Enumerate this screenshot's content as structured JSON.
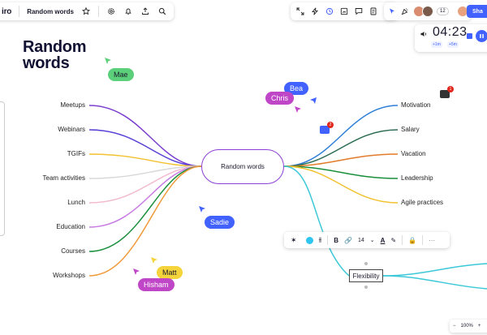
{
  "app": {
    "logo": "iro",
    "board_title": "Random words"
  },
  "timer": {
    "time": "04:23",
    "plus1": "+1m",
    "plus5": "+5m"
  },
  "collaborators": {
    "count": "12"
  },
  "share": {
    "label": "Sha"
  },
  "mindmap": {
    "title": "Random words",
    "center": "Random words",
    "left_branches": [
      "Meetups",
      "Webinars",
      "TGIFs",
      "Team activities",
      "Lunch",
      "Education",
      "Courses",
      "Workshops"
    ],
    "right_branches": [
      "Motivation",
      "Salary",
      "Vacation",
      "Leadership",
      "Agile practices"
    ],
    "extra_node": "Flexibility",
    "colors": {
      "left": [
        "#7b3fcf",
        "#5a3fd6",
        "#f2c230",
        "#d8d8d8",
        "#f2b9cf",
        "#c77be2",
        "#1a8f3c",
        "#f09a3a"
      ],
      "right": [
        "#2f7fd8",
        "#2c6c52",
        "#e37a2a",
        "#1a8f3c",
        "#f2c230"
      ],
      "flex": "#3cc8d8"
    }
  },
  "cursors": [
    {
      "name": "Mae",
      "color": "#5ccf7a",
      "text_color": "#1a1a2e"
    },
    {
      "name": "Bea",
      "color": "#4262ff",
      "text_color": "#ffffff"
    },
    {
      "name": "Chris",
      "color": "#c046c8",
      "text_color": "#ffffff"
    },
    {
      "name": "Sadie",
      "color": "#4262ff",
      "text_color": "#ffffff"
    },
    {
      "name": "Matt",
      "color": "#f5d33a",
      "text_color": "#1a1a2e"
    },
    {
      "name": "Hisham",
      "color": "#c046c8",
      "text_color": "#ffffff"
    }
  ],
  "toolbar": {
    "font_size": "14",
    "dot_color": "#2ec5f0"
  },
  "comments": [
    {
      "badge": "1"
    },
    {
      "badge": "2"
    }
  ],
  "zoom": {
    "level": "100%"
  }
}
